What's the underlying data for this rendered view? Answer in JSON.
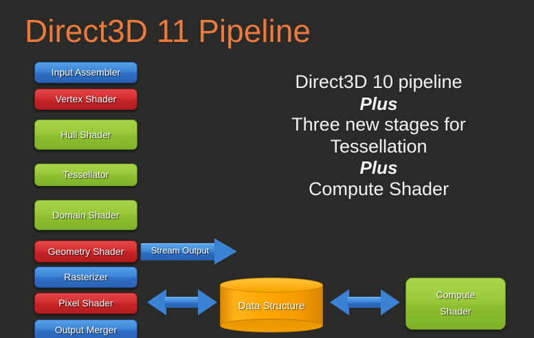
{
  "slide": {
    "title": "Direct3D 11 Pipeline",
    "background_color": "#2a2a28",
    "title_color": "#ec7a3c"
  },
  "pipeline": {
    "stages": [
      {
        "label": "Input Assembler",
        "color_name": "blue",
        "color": "#3d84d6"
      },
      {
        "label": "Vertex Shader",
        "color_name": "red",
        "color": "#d32f32"
      },
      {
        "label": "Hull Shader",
        "color_name": "green",
        "color": "#97c83a"
      },
      {
        "label": "Tessellator",
        "color_name": "green",
        "color": "#97c83a"
      },
      {
        "label": "Domain Shader",
        "color_name": "green",
        "color": "#97c83a"
      },
      {
        "label": "Geometry Shader",
        "color_name": "red",
        "color": "#d32f32"
      },
      {
        "label": "Rasterizer",
        "color_name": "blue",
        "color": "#3d84d6"
      },
      {
        "label": "Pixel Shader",
        "color_name": "red",
        "color": "#d32f32"
      },
      {
        "label": "Output Merger",
        "color_name": "blue",
        "color": "#3d84d6"
      }
    ]
  },
  "stream_output": {
    "label": "Stream Output",
    "color": "#3b82d4"
  },
  "summary": {
    "lines": [
      {
        "text": "Direct3D 10 pipeline",
        "style": "normal"
      },
      {
        "text": "Plus",
        "style": "italic"
      },
      {
        "text": "Three new stages for Tessellation",
        "style": "normal"
      },
      {
        "text": "Plus",
        "style": "italic"
      },
      {
        "text": "Compute Shader",
        "style": "normal"
      }
    ]
  },
  "bottom_row": {
    "data_structure_label": "Data Structure",
    "data_structure_color": "#ffa600",
    "compute_shader_line1": "Compute",
    "compute_shader_line2": "Shader",
    "compute_shader_color": "#98c93b",
    "arrow_color": "#3b82d4"
  }
}
